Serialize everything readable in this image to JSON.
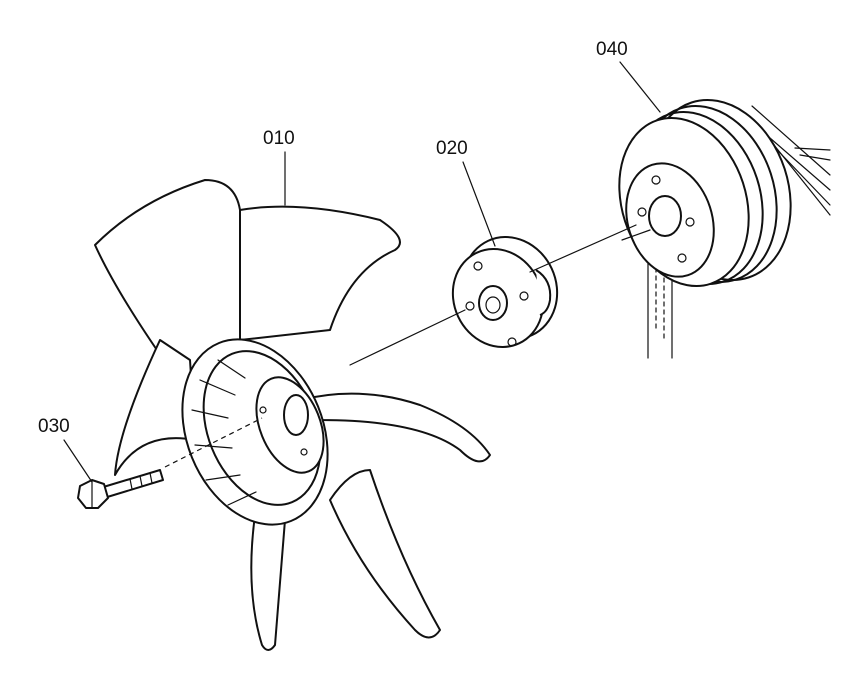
{
  "parts": [
    {
      "id": "010"
    },
    {
      "id": "020"
    },
    {
      "id": "030"
    },
    {
      "id": "040"
    }
  ]
}
